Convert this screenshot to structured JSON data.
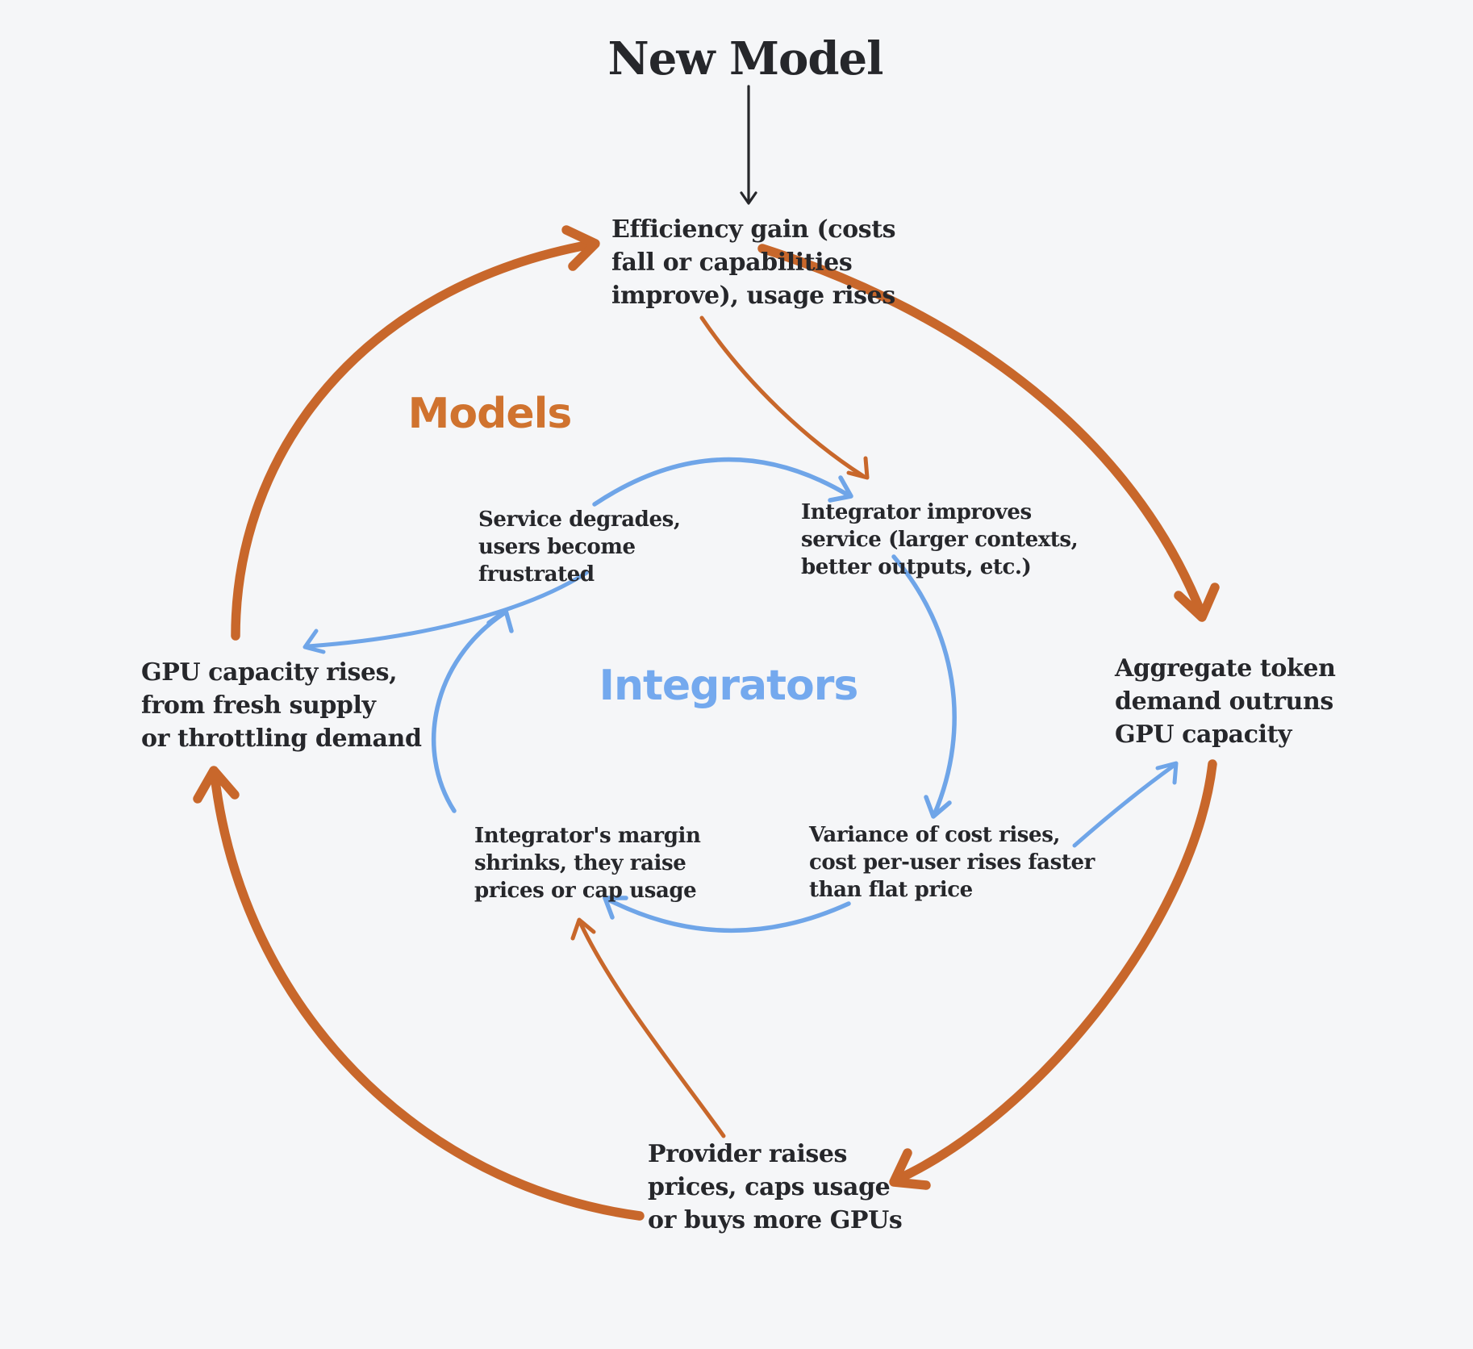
{
  "title": "New Model",
  "colors": {
    "background": "#F5F6F8",
    "text": "#26272B",
    "orange_label": "#D0732F",
    "orange_arrow": "#C8672B",
    "blue_label": "#74A9EE",
    "blue_arrow": "#6FA5E8"
  },
  "loop_labels": {
    "models": "Models",
    "integrators": "Integrators"
  },
  "outer_loop": {
    "efficiency_gain": "Efficiency gain (costs\nfall or capabilities\nimprove), usage rises",
    "aggregate_demand": "Aggregate token\ndemand outruns\nGPU capacity",
    "provider_raises": "Provider raises\nprices, caps usage\nor buys more GPUs",
    "gpu_capacity": "GPU capacity rises,\nfrom fresh supply\nor throttling demand"
  },
  "inner_loop": {
    "integrator_improves": "Integrator improves\nservice (larger contexts,\nbetter outputs, etc.)",
    "variance_rises": "Variance of cost rises,\ncost per-user rises faster\nthan flat price",
    "margin_shrinks": "Integrator's margin\nshrinks, they raise\nprices or cap usage",
    "service_degrades": "Service degrades,\nusers become\nfrustrated"
  }
}
